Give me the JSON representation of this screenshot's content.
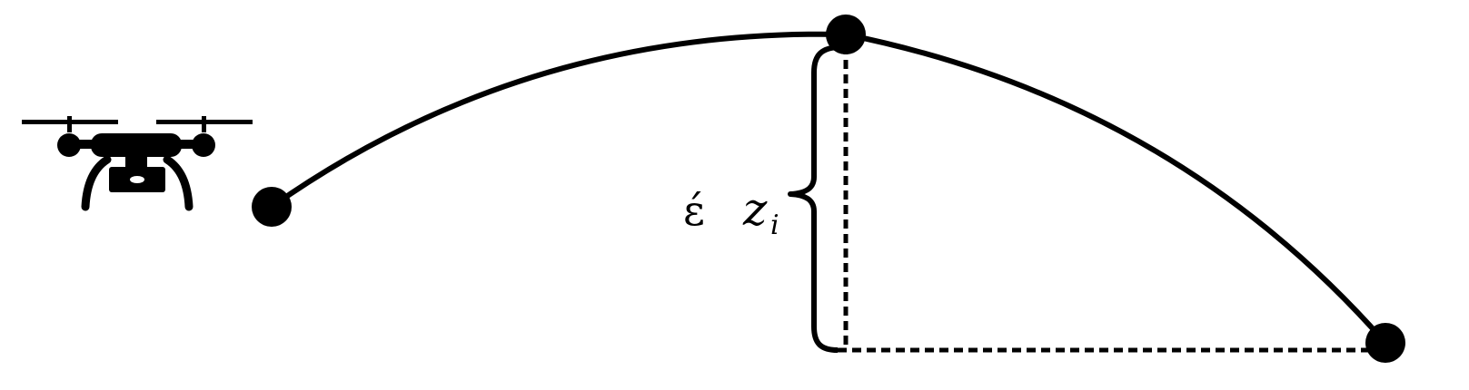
{
  "diagram": {
    "annotation": {
      "symbol": "ɛ́",
      "variable": "z",
      "subscript": "i"
    },
    "icons": {
      "vehicle": "drone-icon"
    },
    "colors": {
      "stroke": "#000000",
      "background": "#ffffff"
    }
  }
}
